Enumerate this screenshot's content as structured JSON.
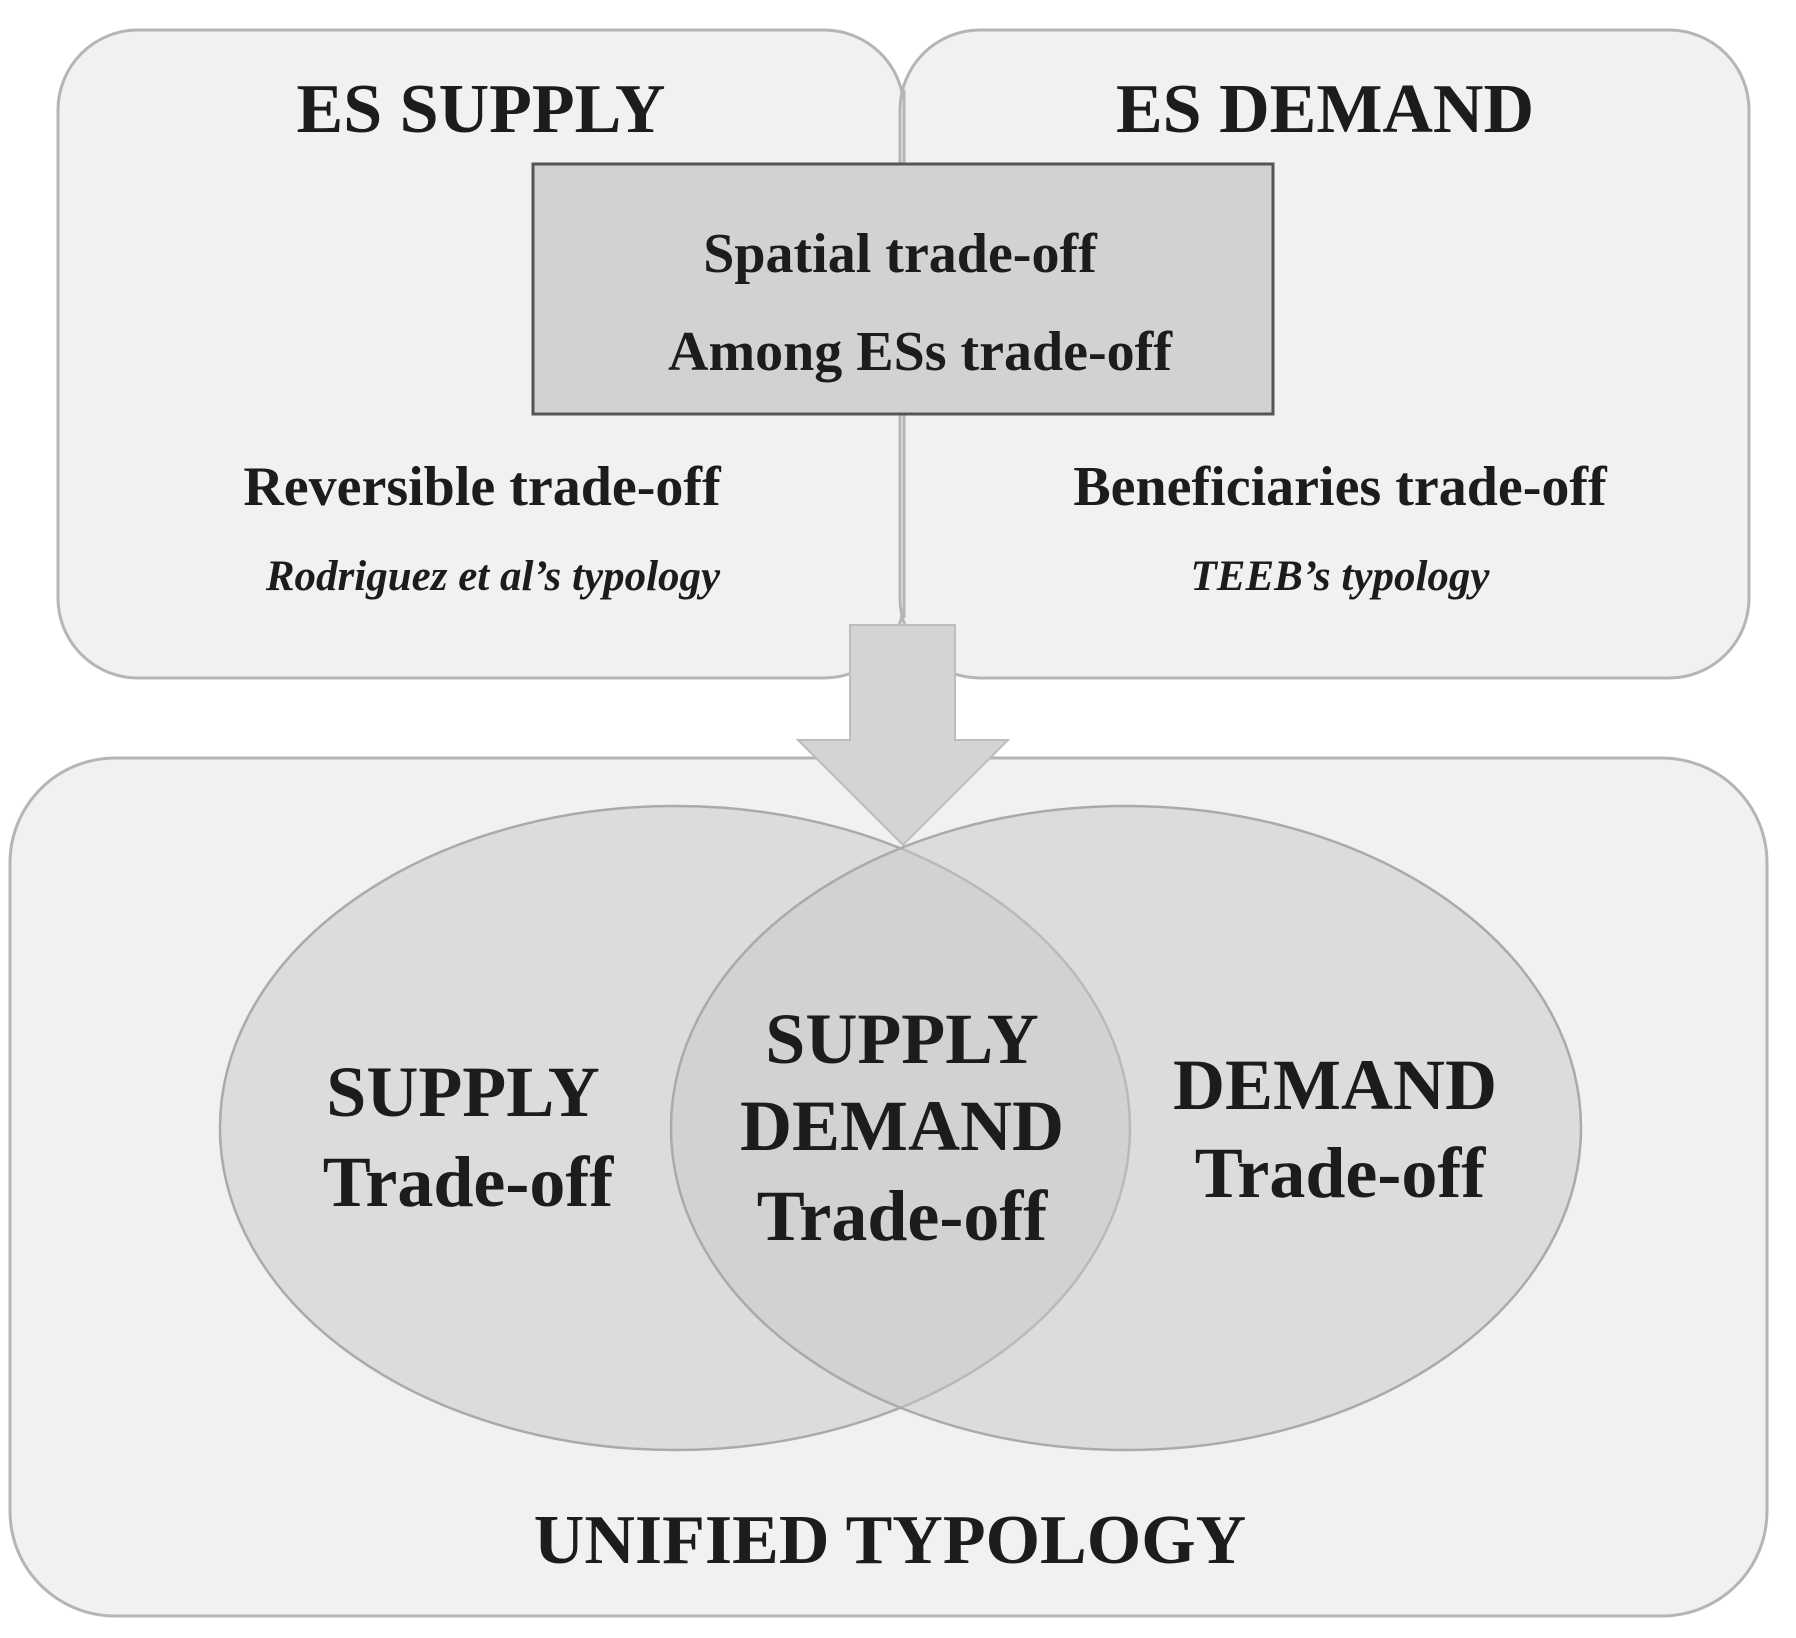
{
  "top": {
    "supply_title": "ES SUPPLY",
    "demand_title": "ES DEMAND",
    "center_box": {
      "line1": "Spatial trade-off",
      "line2": "Among ESs trade-off"
    },
    "left": {
      "label": "Reversible trade-off",
      "source": "Rodriguez et al’s typology"
    },
    "right": {
      "label": "Beneficiaries trade-off",
      "source": "TEEB’s typology"
    }
  },
  "bottom": {
    "venn": {
      "left": {
        "line1": "SUPPLY",
        "line2": "Trade-off"
      },
      "center": {
        "line1": "SUPPLY",
        "line2": "DEMAND",
        "line3": "Trade-off"
      },
      "right": {
        "line1": "DEMAND",
        "line2": "Trade-off"
      }
    },
    "title": "UNIFIED TYPOLOGY"
  },
  "colors": {
    "panel_fill": "#f1f1f1",
    "panel_stroke": "#b5b5b5",
    "center_box_fill": "#d2d2d2",
    "center_box_stroke": "#555555",
    "arrow_fill": "#d4d4d4",
    "ellipse_fill": "#c8c8c8",
    "text": "#1c1c1c"
  }
}
